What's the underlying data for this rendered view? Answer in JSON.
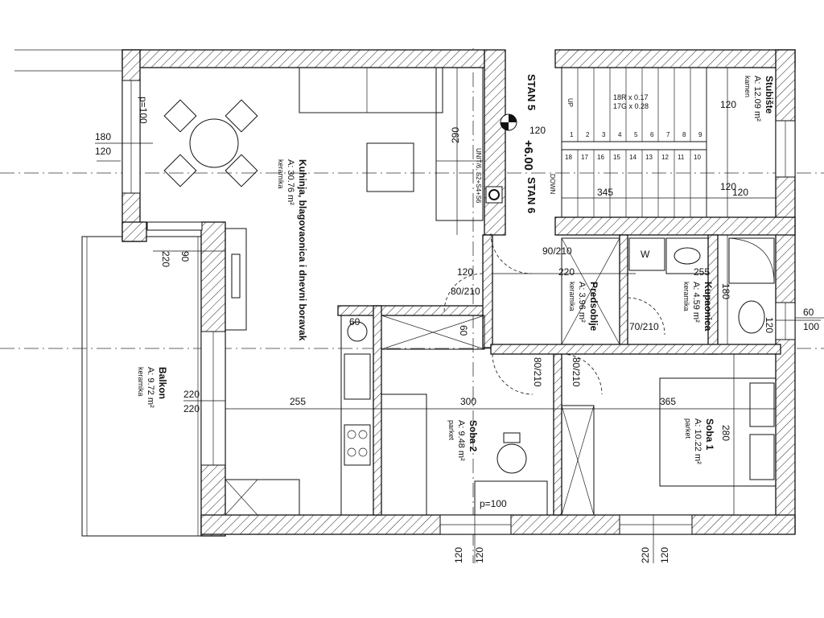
{
  "rooms": {
    "kuhinja": {
      "name": "Kuhinja, blagovaonica i dnevni boravak",
      "area": "A: 30.76 m²",
      "floor": "keramika"
    },
    "balkon": {
      "name": "Balkon",
      "area": "A: 9.72 m²",
      "floor": "keramika"
    },
    "stubiste": {
      "name": "Stubište",
      "area": "A: 12.09 m²",
      "floor": "kamen"
    },
    "predsoblje": {
      "name": "Predsoblje",
      "area": "A: 3.96 m²",
      "floor": "keramika"
    },
    "kupaonica": {
      "name": "Kupaonica",
      "area": "A: 4.59 m²",
      "floor": "keramika"
    },
    "soba1": {
      "name": "Soba 1",
      "area": "A: 10.22 m²",
      "floor": "parket"
    },
    "soba2": {
      "name": "Soba 2",
      "area": "A: 9.48 m²",
      "floor": "parket"
    }
  },
  "stair": {
    "stan5": "STAN 5",
    "stan6": "STAN 6",
    "level": "+6.00",
    "riser_spec": "18R x 0.17",
    "tread_spec": "17G x 0.28",
    "up": "UP",
    "down": "DOWN",
    "installation": "UNIT/6, S2+S4+S6",
    "upper_steps": [
      "1",
      "2",
      "3",
      "4",
      "5",
      "6",
      "7",
      "8",
      "9"
    ],
    "lower_steps": [
      "18",
      "17",
      "16",
      "15",
      "14",
      "13",
      "12",
      "11",
      "10"
    ]
  },
  "dims": {
    "d180": "180",
    "d120": "120",
    "d220": "220",
    "d90": "90",
    "d290": "290",
    "d345": "345",
    "d255": "255",
    "d300": "300",
    "d365": "365",
    "d280": "280",
    "d60": "60",
    "d100": "100",
    "door_90_210": "90/210",
    "door_80_210": "80/210",
    "door_70_210": "70/210",
    "p100": "p=100",
    "w_label": "W"
  }
}
